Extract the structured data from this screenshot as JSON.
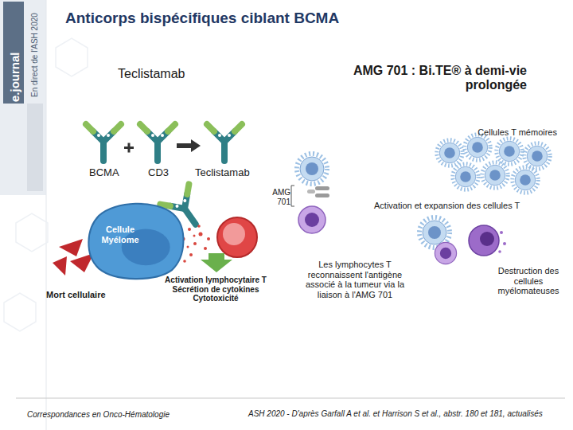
{
  "diagram": {
    "title": "Anticorps bispécifiques ciblant BCMA",
    "caption": "ASH 2020 - D'après Garfall A et al. et Harrison S et al., abstr. 180 et 181, actualisés",
    "nodes": [
      {
        "text": [
          "Cellule Myélome"
        ]
      }
    ],
    "labels": [
      "e.journal",
      "En direct de l'ASH 2020",
      "Teclistamab",
      "AMG 701 : Bi.TE® à demi-vie prolongée",
      "Cellules T mémoires",
      "BCMA",
      "CD3",
      "Teclistamab",
      "AMG 701",
      "Activation et expansion des cellules T",
      "Mort cellulaire",
      "Activation lymphocytaire T Sécrétion de cytokines Cytotoxicité",
      "Les lymphocytes T reconnaissent l'antigène associé à la tumeur via la liaison à l'AMG 701",
      "Destruction des cellules myélomateuses",
      "Correspondances en Onco-Hématologie"
    ]
  }
}
